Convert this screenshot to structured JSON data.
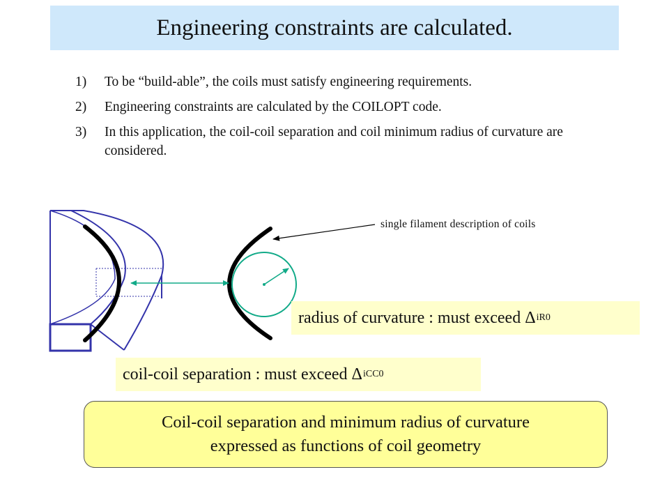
{
  "slide": {
    "title": "Engineering constraints are calculated.",
    "items": [
      {
        "num": "1)",
        "text": "To be “build-able”, the coils must satisfy engineering requirements."
      },
      {
        "num": "2)",
        "text": "Engineering constraints are calculated by the COILOPT code."
      },
      {
        "num": "3)",
        "text": "In this application, the coil-coil separation and coil minimum radius of curvature are considered."
      }
    ]
  },
  "diagram": {
    "callout": "single filament description of coils",
    "radius_label": "radius of curvature : must exceed Δ",
    "radius_sub": "iR0",
    "separation_label": "coil-coil separation : must exceed Δ",
    "separation_sub": "iCC0",
    "colors": {
      "coil_outline": "#3333aa",
      "filament": "#000000",
      "measure": "#11aa88",
      "label_bg": "#ffffcc",
      "summary_bg": "#ffff99",
      "title_bg": "#cfe8fb"
    }
  },
  "summary": {
    "line1": "Coil-coil separation and minimum radius of curvature",
    "line2": "expressed as functions of coil geometry"
  }
}
